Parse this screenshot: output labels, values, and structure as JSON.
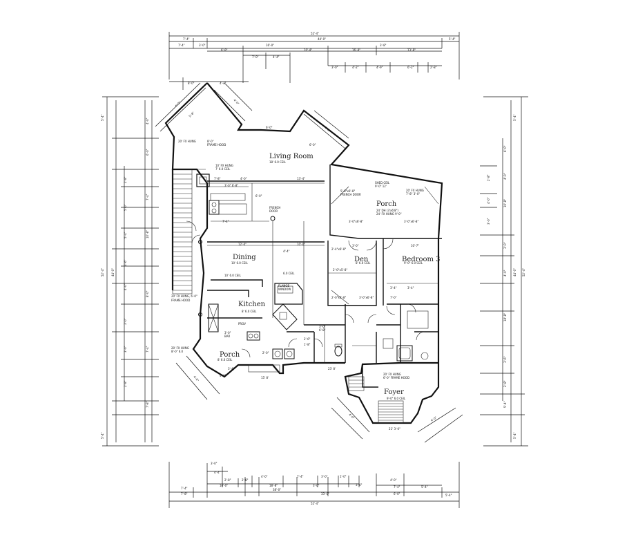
{
  "plan": {
    "rooms": {
      "living_room": "Living Room",
      "porch_east": "Porch",
      "dining": "Dining",
      "den": "Den",
      "bedroom": "Bedroom 3",
      "kitchen": "Kitchen",
      "porch_sw": "Porch",
      "foyer": "Foyer"
    },
    "colors": {
      "background": "#ffffff",
      "lines": "#111111",
      "text": "#222222"
    },
    "icons": [
      "staircase-icon",
      "range-icon",
      "sink-icon",
      "toilet-icon",
      "bathtub-icon",
      "kitchen-island-icon"
    ]
  }
}
